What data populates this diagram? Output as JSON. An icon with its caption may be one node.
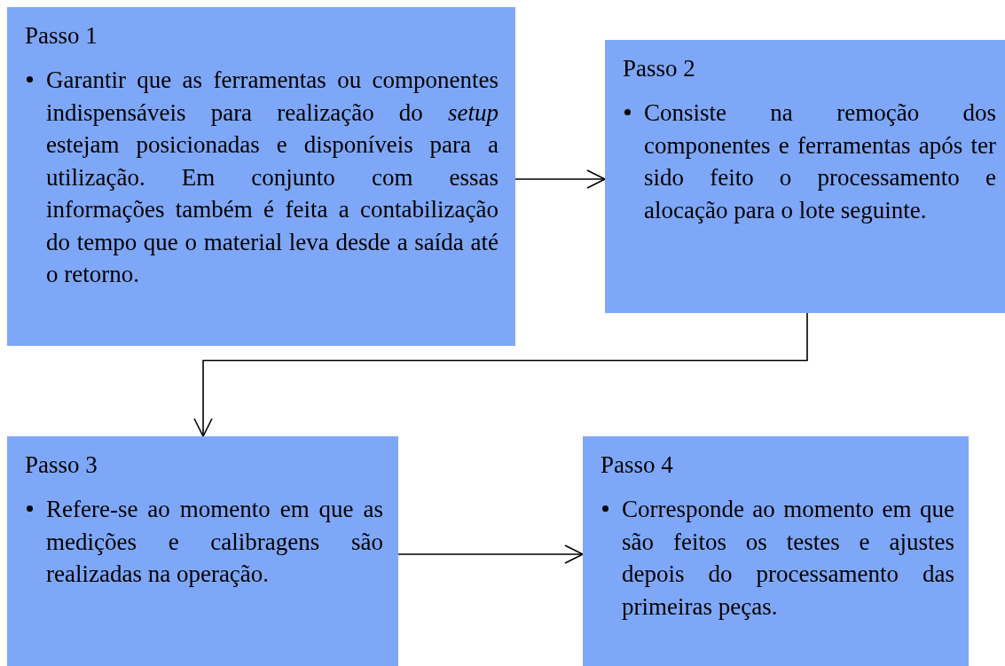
{
  "diagram": {
    "nodes": [
      {
        "text": [
          "Passo 1",
          "Garantir que as ferramentas ou componentes indispensáveis para realização do *setup* estejam posicionadas e disponíveis para a utilização. Em conjunto com essas informações também é feita a contabilização do tempo que o material leva desde a saída até o retorno."
        ]
      },
      {
        "text": [
          "Passo 2",
          "Consiste na remoção dos componentes e ferramentas após ter sido feito o processamento e alocação para o lote seguinte."
        ]
      },
      {
        "text": [
          "Passo 3",
          "Refere-se ao momento em que as medições e calibragens são realizadas na operação."
        ]
      },
      {
        "text": [
          "Passo 4",
          "Corresponde ao momento em que são feitos os testes e ajustes depois do processamento das primeiras peças."
        ]
      }
    ],
    "edges": [
      {
        "from": 0,
        "to": 1,
        "arrow": "to"
      },
      {
        "from": 1,
        "to": 2,
        "arrow": "to"
      },
      {
        "from": 2,
        "to": 3,
        "arrow": "to"
      }
    ]
  }
}
